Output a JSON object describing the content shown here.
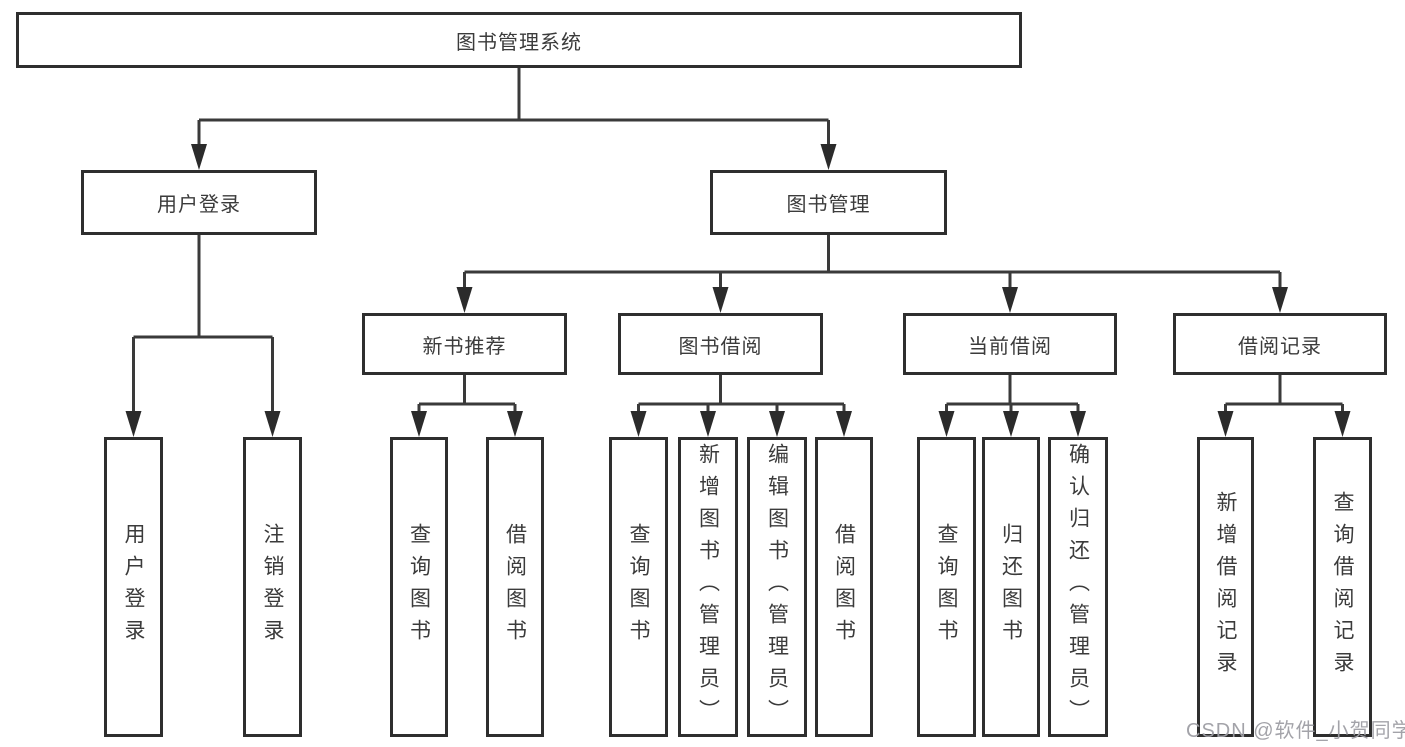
{
  "diagram": {
    "root": "图书管理系统",
    "level2": {
      "user_login": "用户登录",
      "book_mgmt": "图书管理"
    },
    "level3": {
      "new_books": "新书推荐",
      "borrow": "图书借阅",
      "current": "当前借阅",
      "records": "借阅记录"
    },
    "leaves": {
      "user_login": [
        "用户登录",
        "注销登录"
      ],
      "new_books": [
        "查询图书",
        "借阅图书"
      ],
      "borrow": [
        "查询图书",
        "新增图书（管理员）",
        "编辑图书（管理员）",
        "借阅图书"
      ],
      "current": [
        "查询图书",
        "归还图书",
        "确认归还（管理员）"
      ],
      "records": [
        "新增借阅记录",
        "查询借阅记录"
      ]
    }
  },
  "watermark": "CSDN @软件_小贺同学",
  "colors": {
    "background": "#ffffff",
    "line": "#3a3a3a",
    "arrow": "#2b2b2b",
    "box_border": "#2e2e2e",
    "text": "#3b3b3b",
    "watermark": "#9e9ea4"
  }
}
